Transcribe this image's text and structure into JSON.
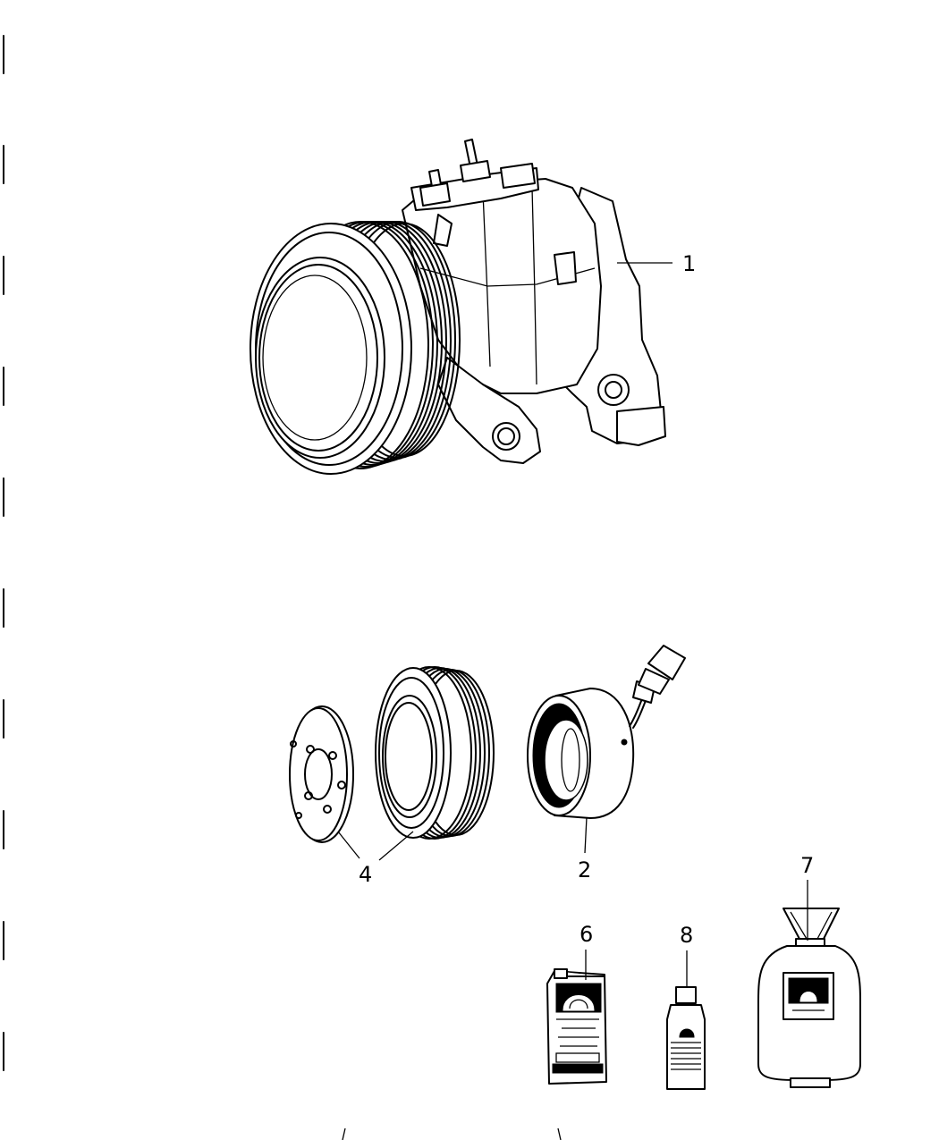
{
  "diagram": {
    "callouts": {
      "compressor": "1",
      "clutch_coil": "2",
      "clutch_plate_and_pulley": "4",
      "oil_can": "6",
      "refrigerant_cylinder": "7",
      "sealant_bottle": "8"
    }
  }
}
